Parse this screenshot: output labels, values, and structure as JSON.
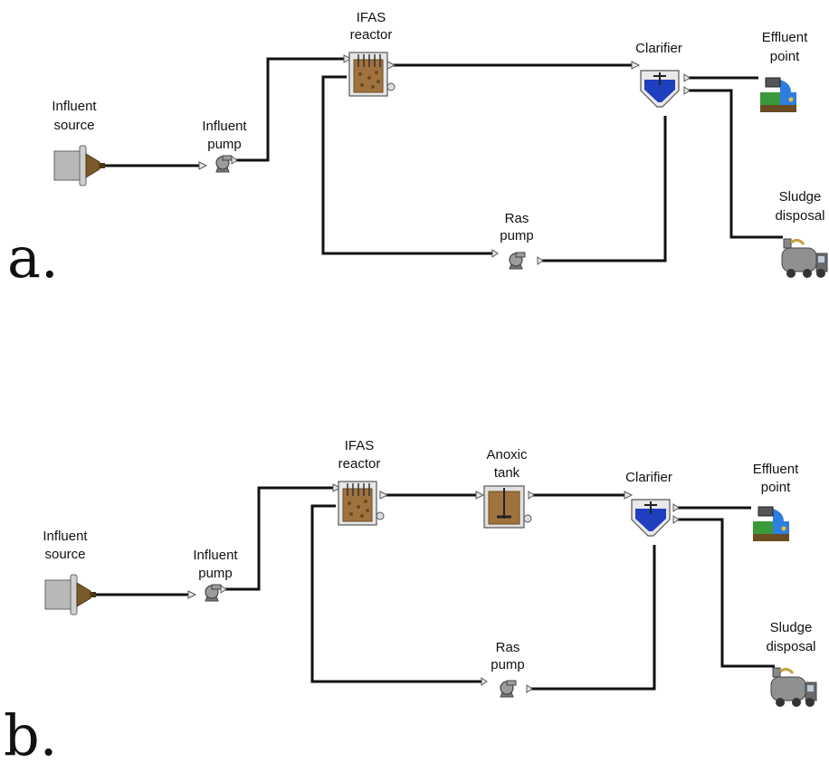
{
  "panels": [
    {
      "letter": "a.",
      "labels": {
        "influent_source": [
          "Influent",
          "source"
        ],
        "influent_pump": [
          "Influent",
          "pump"
        ],
        "ifas_reactor": [
          "IFAS",
          "reactor"
        ],
        "clarifier": [
          "Clarifier"
        ],
        "effluent_point": [
          "Effluent",
          "point"
        ],
        "sludge_disposal": [
          "Sludge",
          "disposal"
        ],
        "ras_pump": [
          "Ras",
          "pump"
        ]
      }
    },
    {
      "letter": "b.",
      "labels": {
        "influent_source": [
          "Influent",
          "source"
        ],
        "influent_pump": [
          "Influent",
          "pump"
        ],
        "ifas_reactor": [
          "IFAS",
          "reactor"
        ],
        "anoxic_tank": [
          "Anoxic",
          "tank"
        ],
        "clarifier": [
          "Clarifier"
        ],
        "effluent_point": [
          "Effluent",
          "point"
        ],
        "sludge_disposal": [
          "Sludge",
          "disposal"
        ],
        "ras_pump": [
          "Ras",
          "pump"
        ]
      }
    }
  ],
  "colors": {
    "pipe": "#111111",
    "pipe_connector": "#e9e9e9",
    "source_body": "#b8b8b8",
    "source_cone": "#7a5a2a",
    "reactor_media": "#a0733e",
    "clarifier_water": "#1f3fbf",
    "effluent_water": "#2e7de0",
    "effluent_grass": "#3a9a3a",
    "truck": "#909090"
  },
  "icons": [
    "pipe-source-icon",
    "pump-icon",
    "ifas-reactor-icon",
    "anoxic-tank-icon",
    "clarifier-icon",
    "effluent-outfall-icon",
    "sludge-truck-icon"
  ]
}
